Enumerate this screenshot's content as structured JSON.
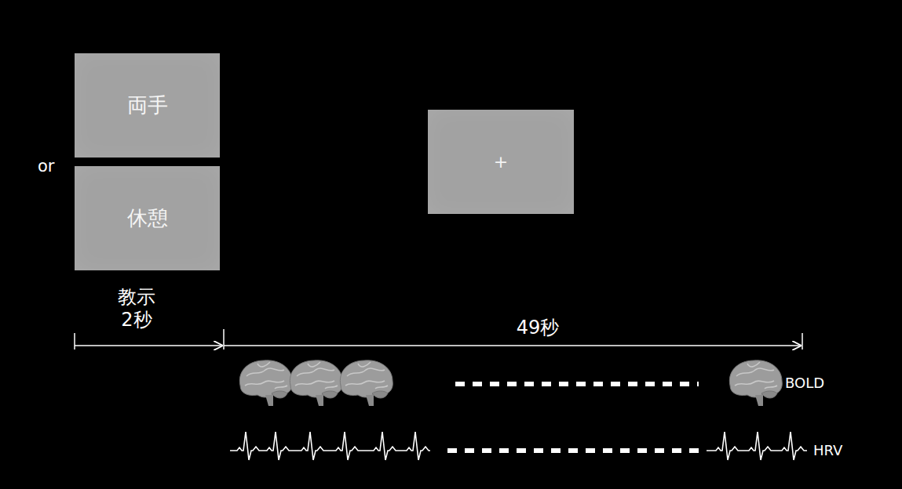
{
  "diagram": {
    "nodes": [
      {
        "text": [
          "両手"
        ]
      },
      {
        "text": [
          "休憩"
        ]
      },
      {
        "text": [
          "+"
        ]
      }
    ],
    "labels": [
      "or",
      "教示 2秒",
      "49秒",
      "BOLD",
      "HRV"
    ]
  }
}
